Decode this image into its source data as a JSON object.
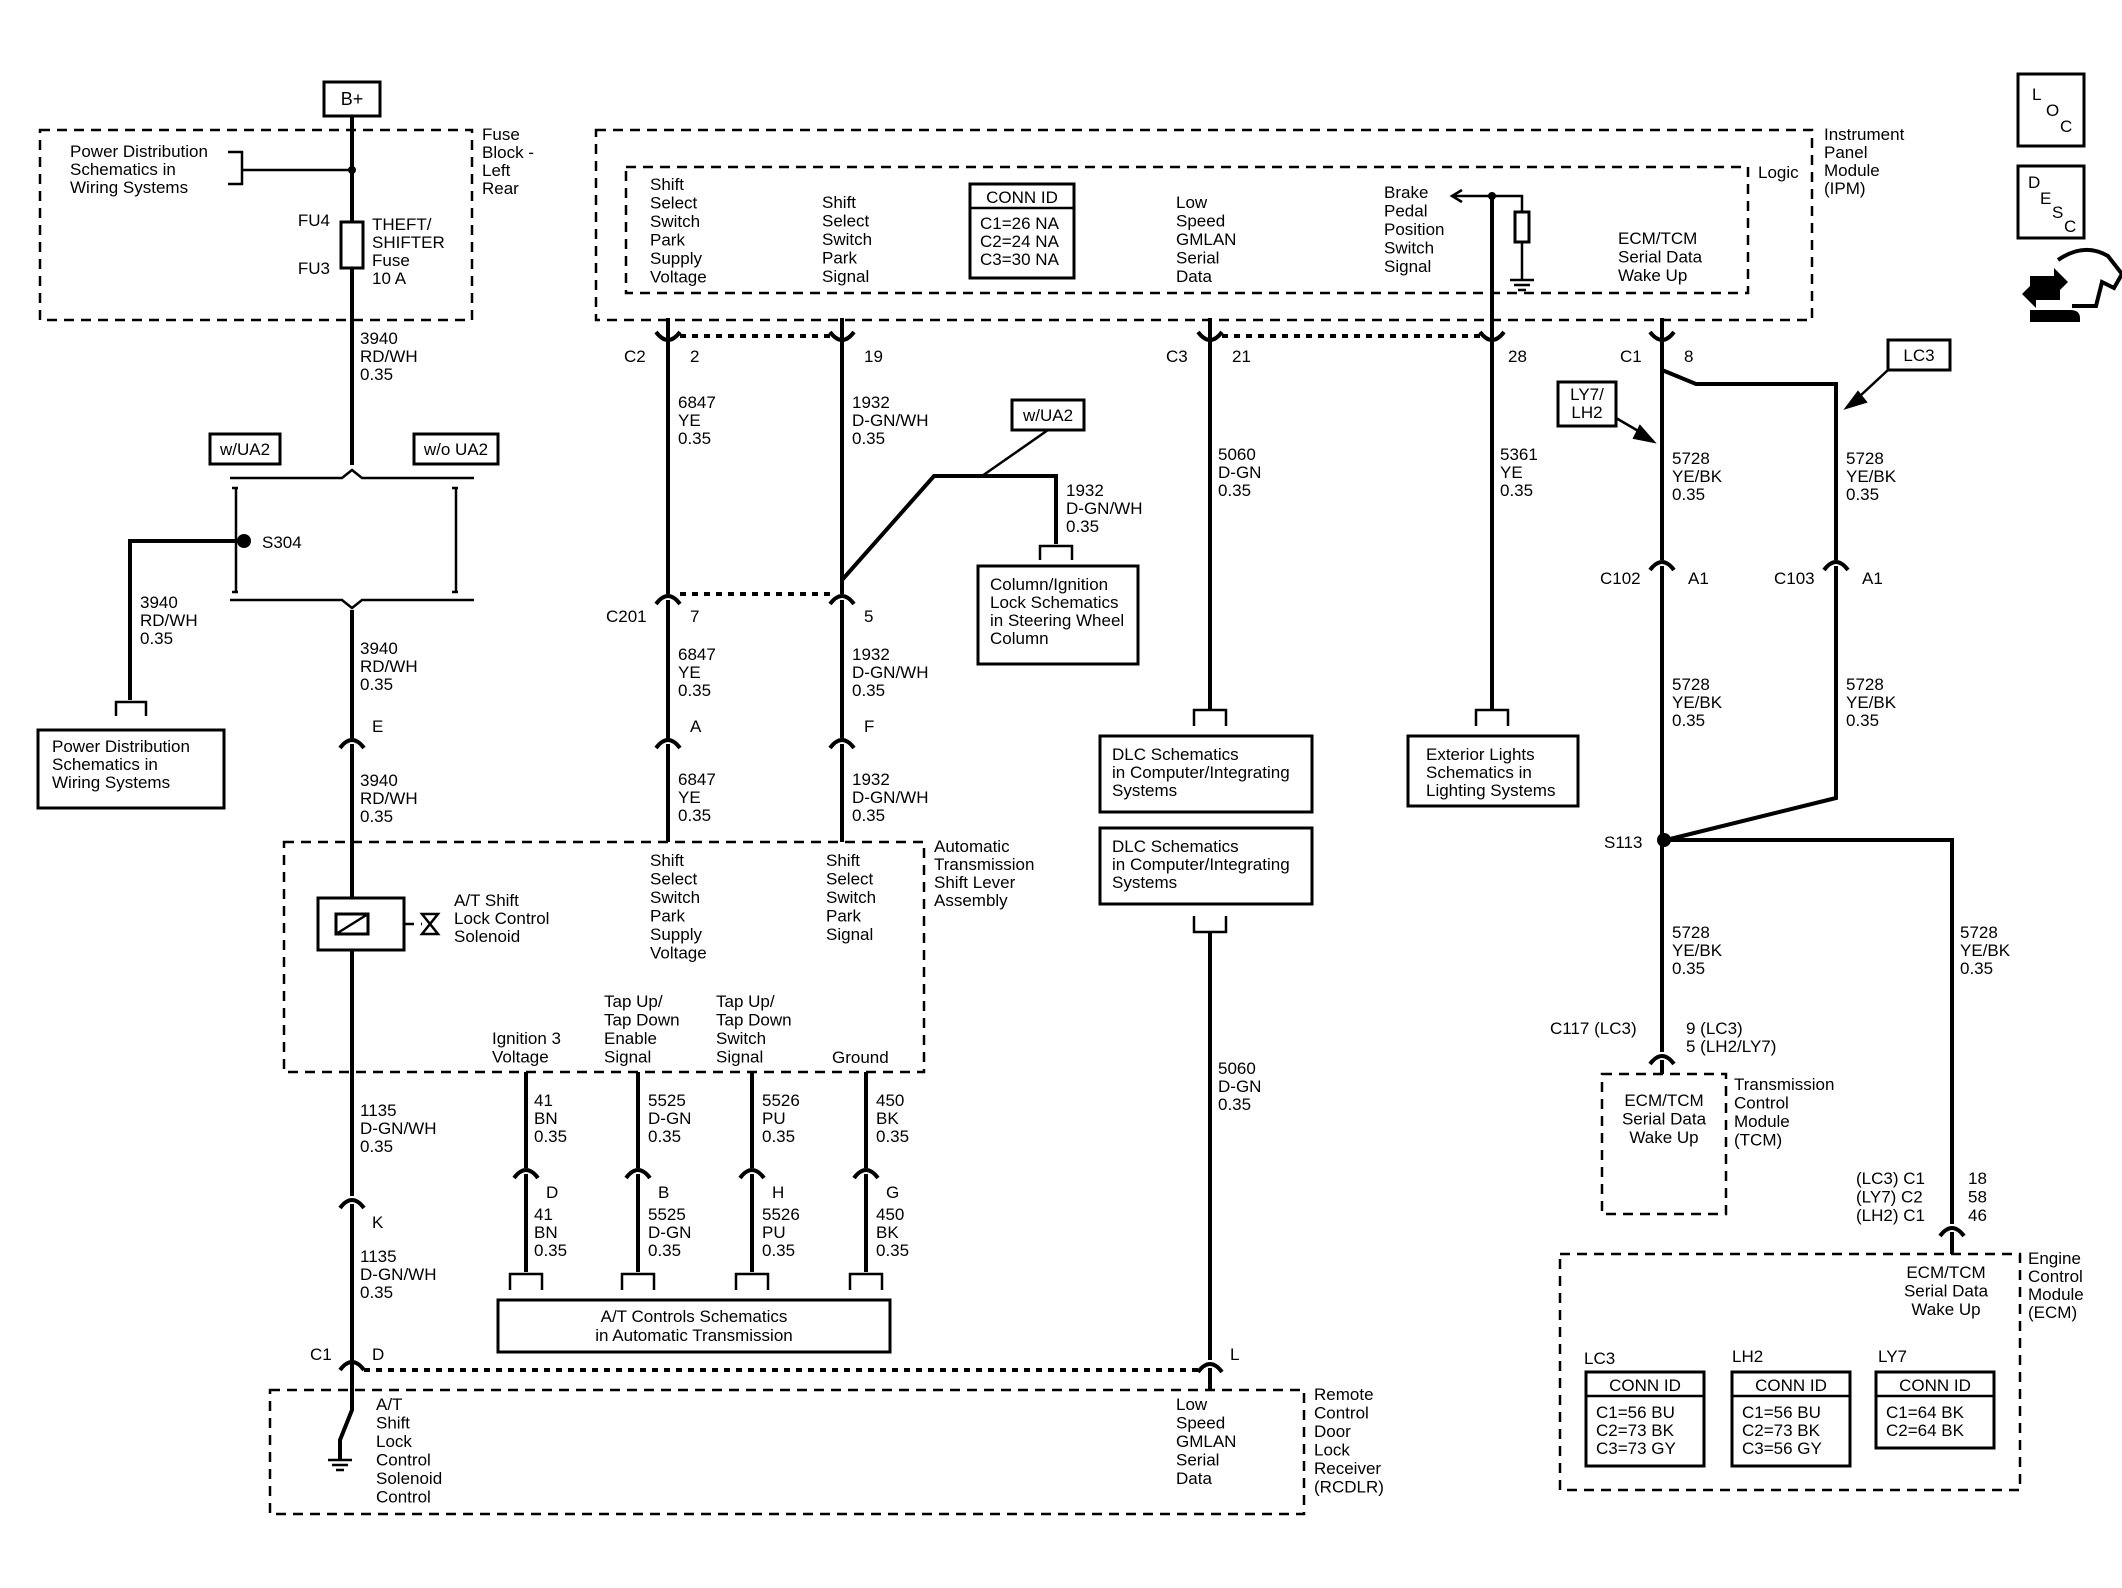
{
  "fuse_block": {
    "top": "B+",
    "title": "Fuse\nBlock -\nLeft\nRear",
    "pd_ref": "Power Distribution\nSchematics in\nWiring Systems",
    "fu4": "FU4",
    "fu3": "FU3",
    "fuse": "THEFT/\nSHIFTER\nFuse\n10 A"
  },
  "opt": {
    "w_ua2_left": "w/UA2",
    "wo_ua2": "w/o UA2",
    "w_ua2_right": "w/UA2",
    "lc3": "LC3",
    "ly7_lh2": "LY7/\nLH2"
  },
  "splices": {
    "s304": "S304",
    "s113": "S113"
  },
  "pd_box2": "Power Distribution\nSchematics in\nWiring Systems",
  "ipm": {
    "title": "Instrument\nPanel\nModule\n(IPM)",
    "logic": "Logic",
    "shift_supply": "Shift\nSelect\nSwitch\nPark\nSupply\nVoltage",
    "shift_signal": "Shift\nSelect\nSwitch\nPark\nSignal",
    "conn_title": "CONN ID",
    "conn_rows": "C1=26 NA\nC2=24 NA\nC3=30 NA",
    "low_speed": "Low\nSpeed\nGMLAN\nSerial\nData",
    "brake": "Brake\nPedal\nPosition\nSwitch\nSignal",
    "ecm_wake": "ECM/TCM\nSerial Data\nWake Up"
  },
  "conns": {
    "c2": "C2",
    "c2_2": "2",
    "c2_19": "19",
    "c3": "C3",
    "c3_21": "21",
    "c3_28": "28",
    "c1": "C1",
    "c1_8": "8",
    "c201": "C201",
    "c201_7": "7",
    "c201_5": "5",
    "e": "E",
    "a": "A",
    "f": "F",
    "c102": "C102",
    "c102_a1": "A1",
    "c103": "C103",
    "c103_a1": "A1",
    "k": "K",
    "d": "D",
    "b": "B",
    "h": "H",
    "g": "G",
    "c1_bottom": "C1",
    "d_bottom": "D",
    "l": "L",
    "c117": "C117 (LC3)",
    "c117_pins": "9 (LC3)\n5 (LH2/LY7)",
    "ecm_conns": "(LC3) C1\n(LY7) C2\n(LH2) C1",
    "ecm_pins": "18\n58\n46"
  },
  "wires": {
    "w3940_a": "3940\nRD/WH\n0.35",
    "w3940_s": "3940\nRD/WH\n0.35",
    "w3940_b": "3940\nRD/WH\n0.35",
    "w3940_c": "3940\nRD/WH\n0.35",
    "w6847_a": "6847\nYE\n0.35",
    "w1932_a": "1932\nD-GN/WH\n0.35",
    "w1932_branch": "1932\nD-GN/WH\n0.35",
    "w5060_a": "5060\nD-GN\n0.35",
    "w5361": "5361\nYE\n0.35",
    "w5728_a": "5728\nYE/BK\n0.35",
    "w5728_b": "5728\nYE/BK\n0.35",
    "w6847_b": "6847\nYE\n0.35",
    "w1932_b": "1932\nD-GN/WH\n0.35",
    "w5728_c": "5728\nYE/BK\n0.35",
    "w5728_d": "5728\nYE/BK\n0.35",
    "w6847_c": "6847\nYE\n0.35",
    "w1932_c": "1932\nD-GN/WH\n0.35",
    "w5728_e": "5728\nYE/BK\n0.35",
    "w5728_f": "5728\nYE/BK\n0.35",
    "w1135_a": "1135\nD-GN/WH\n0.35",
    "w1135_b": "1135\nD-GN/WH\n0.35",
    "w41_a": "41\nBN\n0.35",
    "w5525_a": "5525\nD-GN\n0.35",
    "w5526_a": "5526\nPU\n0.35",
    "w450_a": "450\nBK\n0.35",
    "w41_b": "41\nBN\n0.35",
    "w5525_b": "5525\nD-GN\n0.35",
    "w5526_b": "5526\nPU\n0.35",
    "w450_b": "450\nBK\n0.35",
    "w5060_b": "5060\nD-GN\n0.35"
  },
  "refs": {
    "column_lock": "Column/Ignition\nLock Schematics\nin Steering Wheel\nColumn",
    "dlc1": "DLC Schematics\nin Computer/Integrating\nSystems",
    "dlc2": "DLC Schematics\nin Computer/Integrating\nSystems",
    "ext_lights": "Exterior Lights\nSchematics in\nLighting Systems",
    "at_controls": "A/T Controls Schematics\nin Automatic Transmission"
  },
  "shifter": {
    "title": "Automatic\nTransmission\nShift Lever\nAssembly",
    "solenoid": "A/T Shift\nLock Control\nSolenoid",
    "supply": "Shift\nSelect\nSwitch\nPark\nSupply\nVoltage",
    "signal": "Shift\nSelect\nSwitch\nPark\nSignal",
    "ign3": "Ignition 3\nVoltage",
    "tap_enable": "Tap Up/\nTap Down\nEnable\nSignal",
    "tap_switch": "Tap Up/\nTap Down\nSwitch\nSignal",
    "ground": "Ground"
  },
  "rcdlr": {
    "title": "Remote\nControl\nDoor\nLock\nReceiver\n(RCDLR)",
    "solenoid_ctrl": "A/T\nShift\nLock\nControl\nSolenoid\nControl",
    "low_speed": "Low\nSpeed\nGMLAN\nSerial\nData"
  },
  "tcm": {
    "title": "Transmission\nControl\nModule\n(TCM)",
    "wake": "ECM/TCM\nSerial Data\nWake Up"
  },
  "ecm": {
    "title": "Engine\nControl\nModule\n(ECM)",
    "wake": "ECM/TCM\nSerial Data\nWake Up",
    "lc3_label": "LC3",
    "lh2_label": "LH2",
    "ly7_label": "LY7",
    "conn_title_lc3": "CONN ID",
    "conn_title_lh2": "CONN ID",
    "conn_title_ly7": "CONN ID",
    "lc3_rows": "C1=56 BU\nC2=73 BK\nC3=73 GY",
    "lh2_rows": "C1=56 BU\nC2=73 BK\nC3=56 GY",
    "ly7_rows": "C1=64 BK\nC2=64 BK"
  },
  "icons": {
    "loc_letters": [
      "L",
      "O",
      "C"
    ],
    "desc_letters": [
      "D",
      "E",
      "S",
      "C"
    ],
    "nav": "navigation-arrows-icon"
  }
}
